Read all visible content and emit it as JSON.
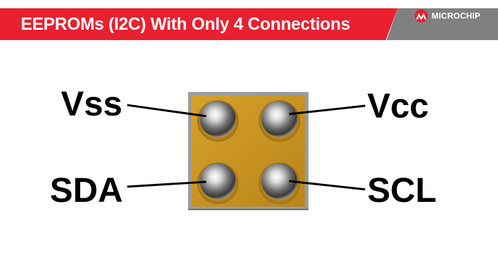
{
  "slide": {
    "title": "EEPROMs (I2C) With Only 4 Connections",
    "logo_text": "MICROCHIP",
    "logo_icon": "microchip-logo-icon"
  },
  "colors": {
    "header_red": "#e8202f",
    "header_gray": "#808080",
    "chip_body": "#c99420",
    "solder_ball": "#c8c8c8",
    "label_text": "#000000"
  },
  "diagram": {
    "pins": [
      {
        "id": "vss",
        "label": "Vss"
      },
      {
        "id": "vcc",
        "label": "Vcc"
      },
      {
        "id": "sda",
        "label": "SDA"
      },
      {
        "id": "scl",
        "label": "SCL"
      }
    ]
  }
}
